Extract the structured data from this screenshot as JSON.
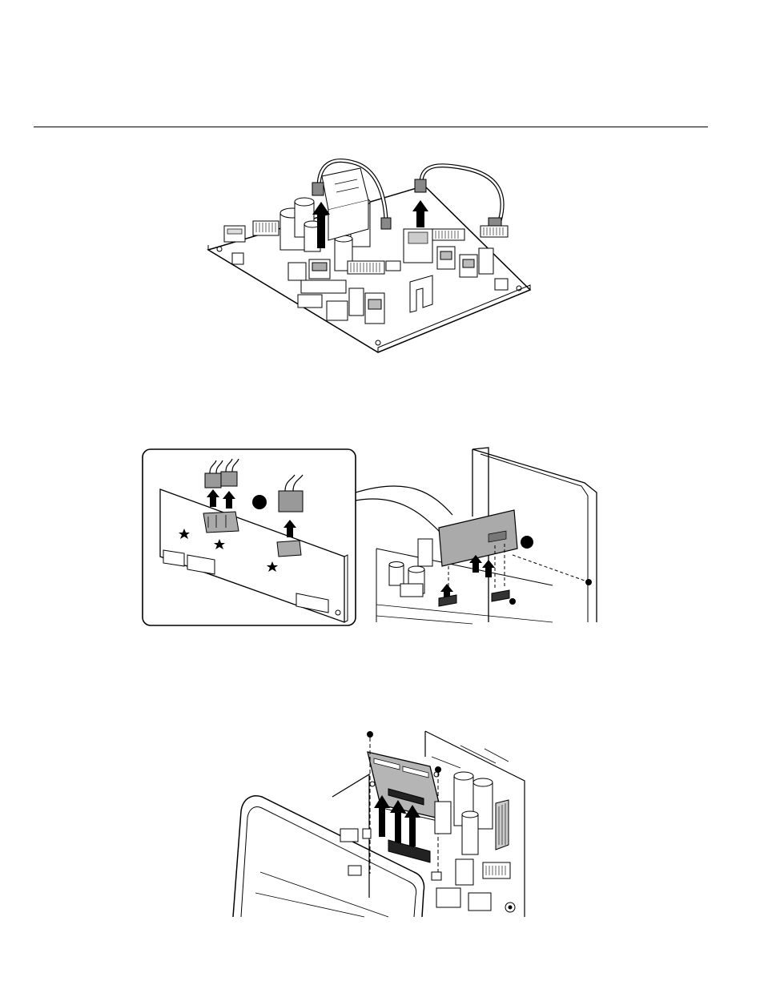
{
  "figures": [
    {
      "id": "figure-1"
    },
    {
      "id": "figure-2"
    },
    {
      "id": "figure-3"
    }
  ]
}
